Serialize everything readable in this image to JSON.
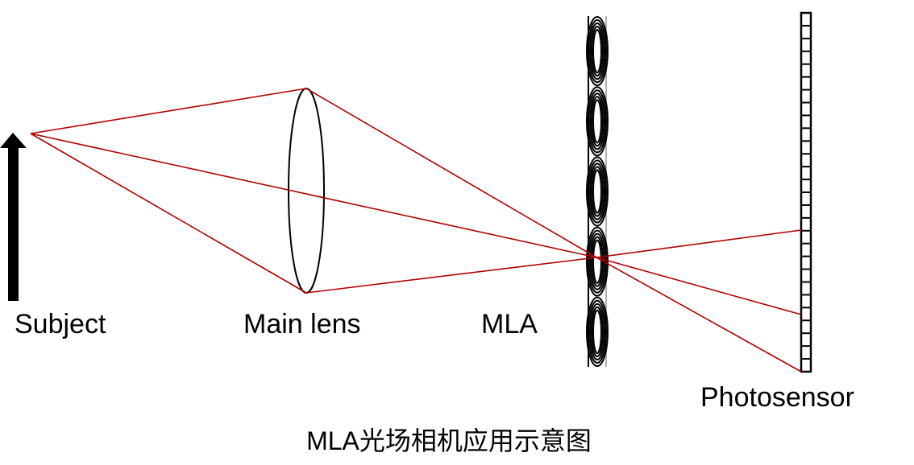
{
  "labels": {
    "subject": "Subject",
    "main_lens": "Main lens",
    "mla": "MLA",
    "photosensor": "Photosensor"
  },
  "caption": "MLA光场相机应用示意图",
  "colors": {
    "ray": "#b30000",
    "ink": "#000000",
    "mla_edge": "#999999",
    "background": "#ffffff"
  },
  "components": {
    "microlens_count": 5,
    "sensor_pixel_count": 28,
    "rays_from_subject": 3,
    "rays_to_sensor": 3
  }
}
